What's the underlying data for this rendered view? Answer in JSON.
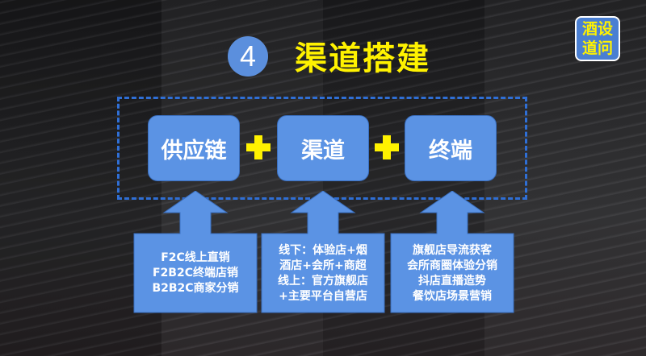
{
  "header": {
    "step_number": "4",
    "title": "渠道搭建"
  },
  "logo": {
    "line1": "酒设",
    "line2": "道问"
  },
  "pillars": [
    {
      "label": "供应链"
    },
    {
      "label": "渠道"
    },
    {
      "label": "终端"
    }
  ],
  "operators": [
    "+",
    "+"
  ],
  "callouts": [
    {
      "lines": [
        "F2C线上直销",
        "F2B2C终端店销",
        "B2B2C商家分销"
      ]
    },
    {
      "lines": [
        "线下：体验店+烟",
        "酒店+会所+商超",
        "线上：官方旗舰店",
        "+主要平台自营店"
      ]
    },
    {
      "lines": [
        "旗舰店导流获客",
        "会所商圈体验分销",
        "抖店直播造势",
        "餐饮店场景营销"
      ]
    }
  ],
  "colors": {
    "accent_blue": "#5b93e4",
    "title_yellow": "#fff200",
    "dash_blue": "#2f6fd6"
  }
}
